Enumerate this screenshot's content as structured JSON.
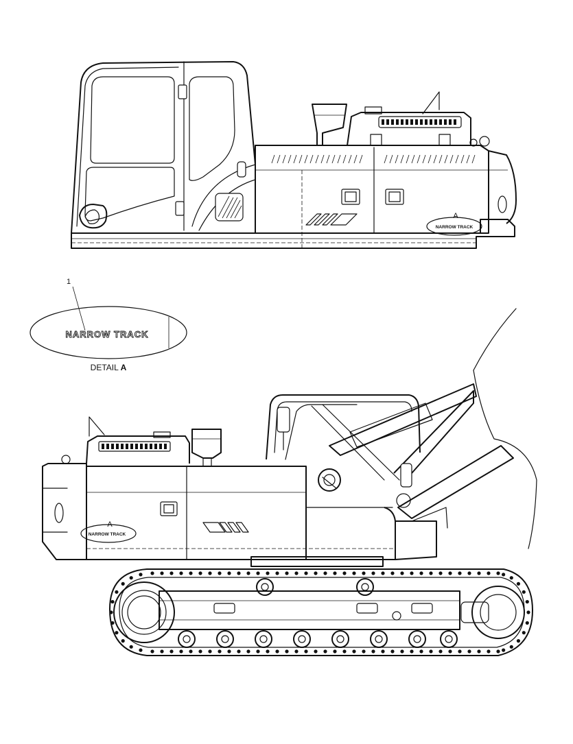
{
  "callouts": {
    "detail_letter_top": "A",
    "detail_letter_bottom": "A",
    "item_number": "1"
  },
  "decal": {
    "text": "NARROW TRACK",
    "small_text_top": "NARROW TRACK",
    "small_text_bottom": "NARROW TRACK"
  },
  "detail_label": {
    "prefix": "DETAIL ",
    "letter": "A"
  },
  "colors": {
    "line": "#111111",
    "background": "#ffffff"
  }
}
